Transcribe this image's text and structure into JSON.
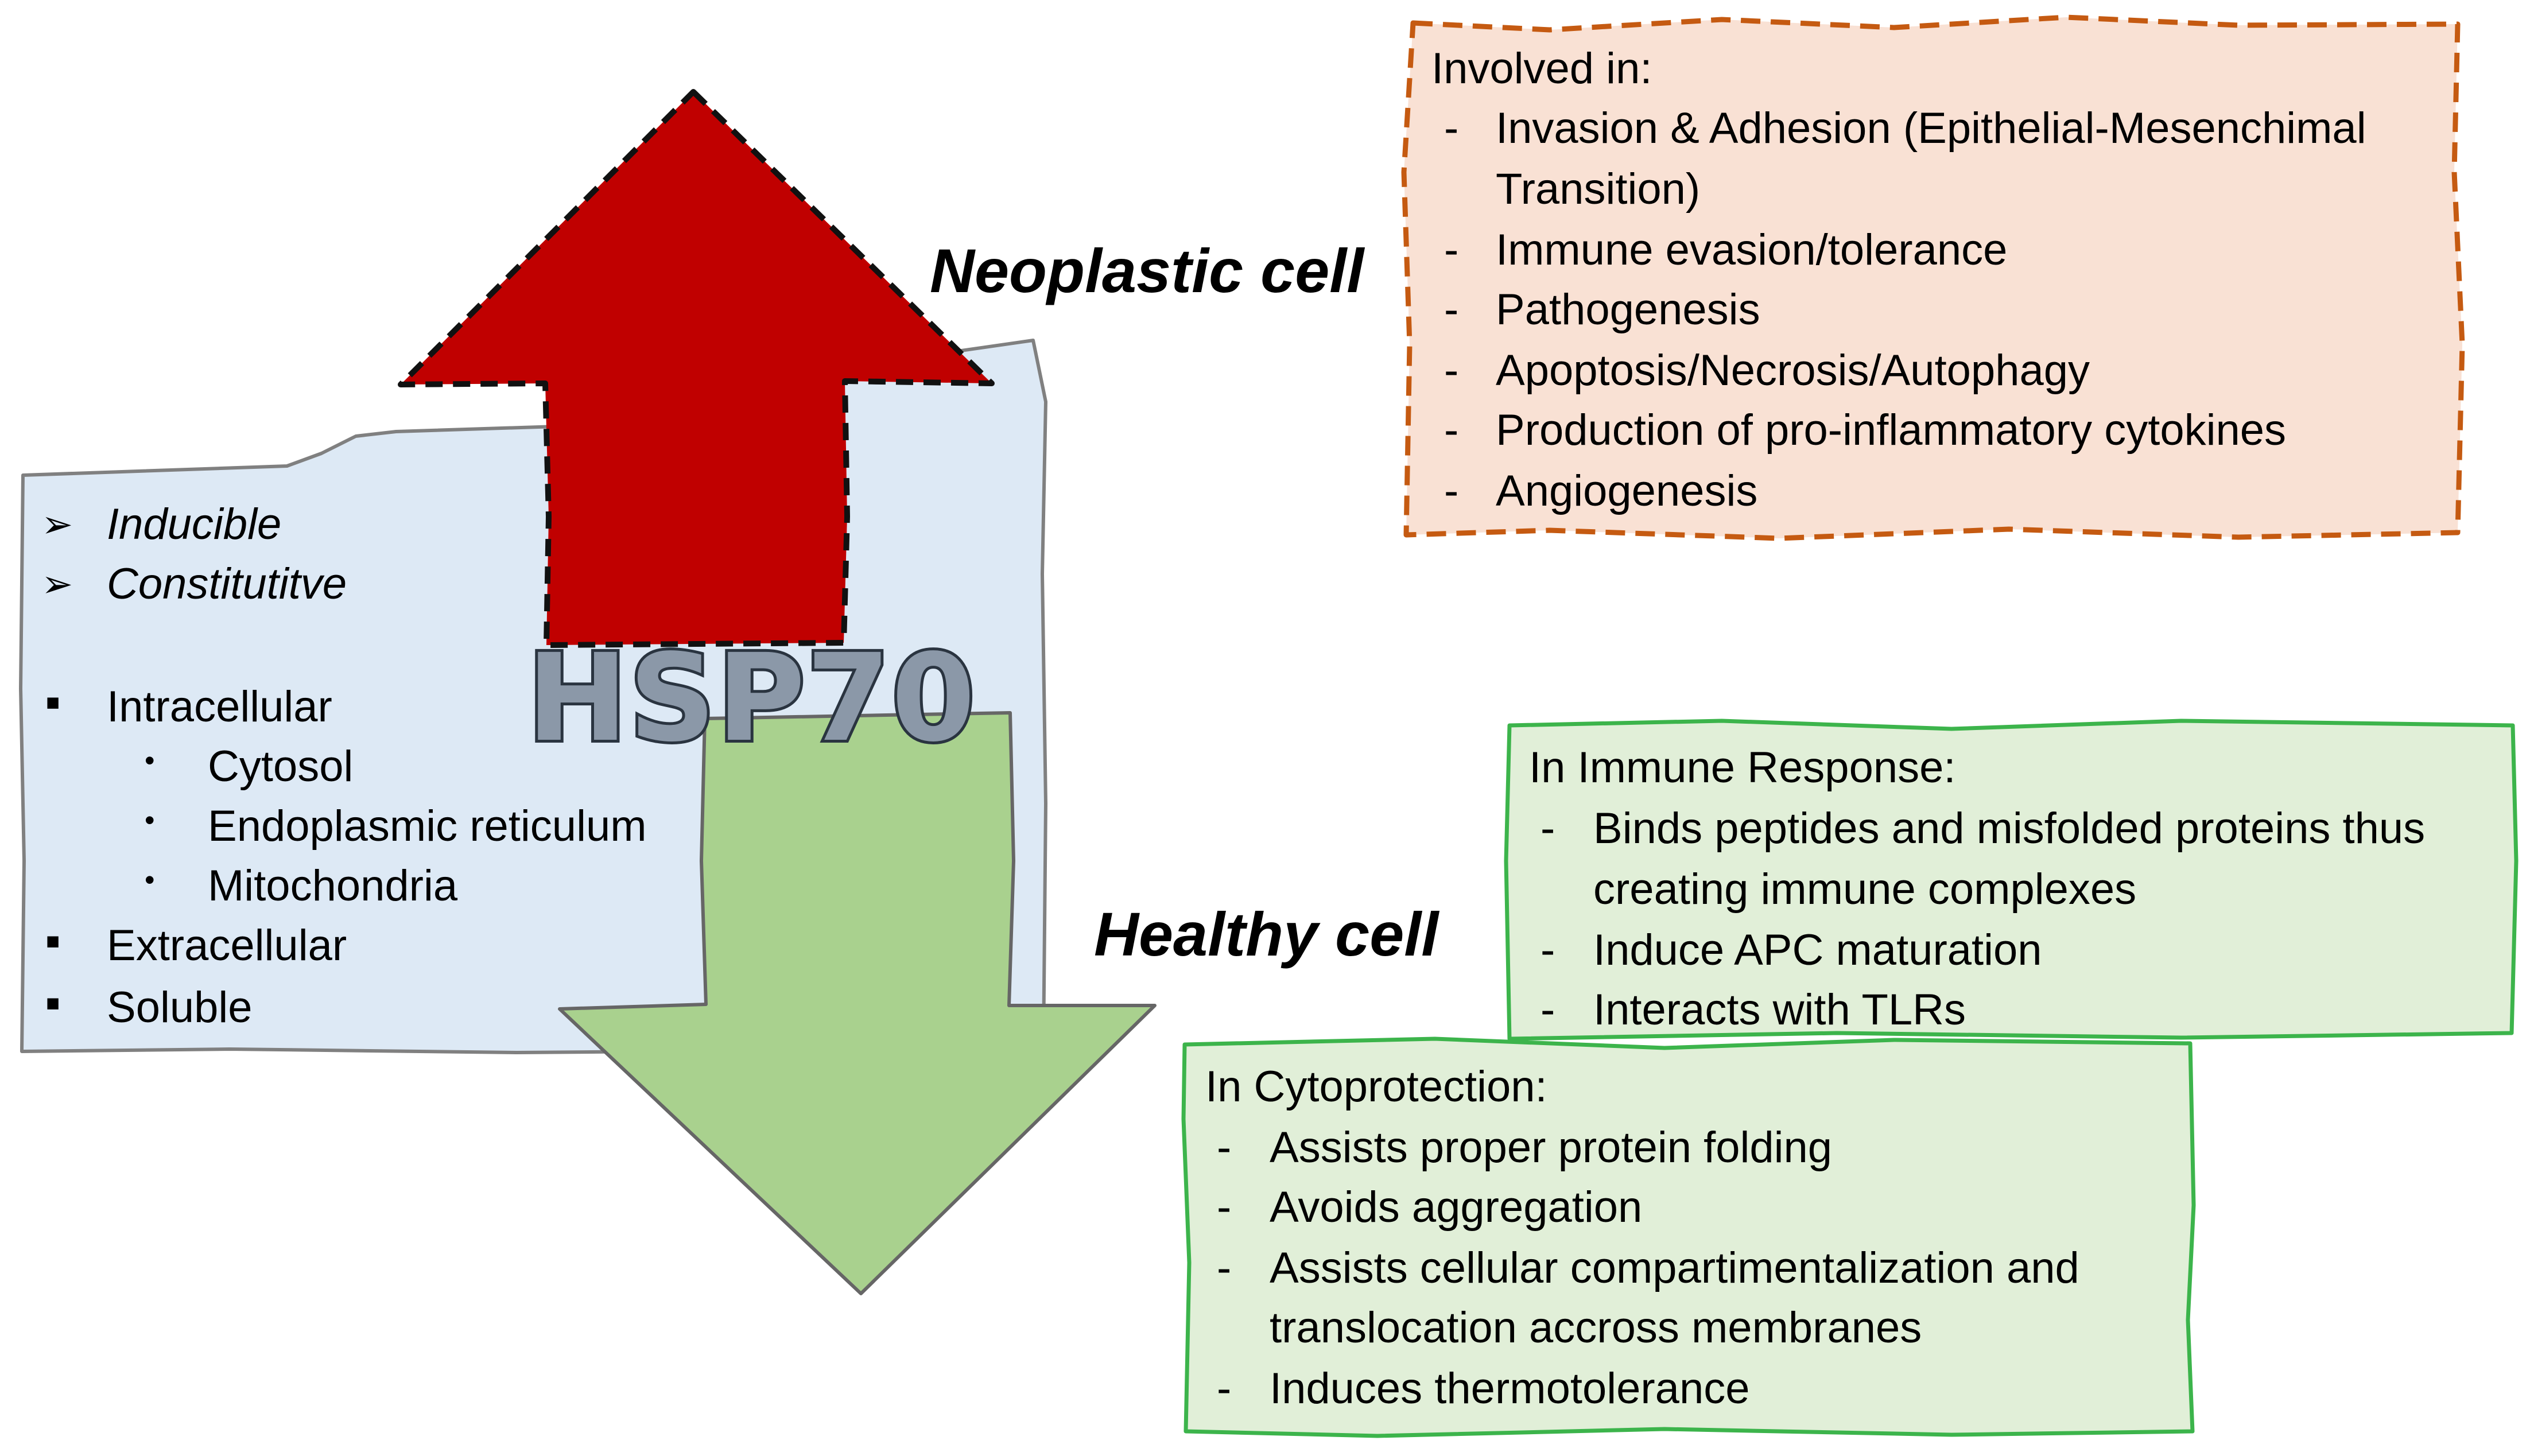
{
  "center": {
    "label": "HSP70"
  },
  "headings": {
    "neoplastic": "Neoplastic cell",
    "healthy": "Healthy cell"
  },
  "left_box": {
    "types": [
      "Inducible",
      "Constitutitve"
    ],
    "locations": [
      "Intracellular",
      "Extracellular",
      "Soluble"
    ],
    "intracellular_sub": [
      "Cytosol",
      "Endoplasmic reticulum",
      "Mitochondria"
    ]
  },
  "neoplastic_box": {
    "title": "Involved in:",
    "items": [
      "Invasion & Adhesion (Epithelial-Mesenchimal",
      "Transition)",
      "Immune evasion/tolerance",
      "Pathogenesis",
      "Apoptosis/Necrosis/Autophagy",
      "Production of pro-inflammatory cytokines",
      "Angiogenesis"
    ]
  },
  "immune_box": {
    "title": "In Immune Response:",
    "items": [
      "Binds peptides and misfolded proteins thus",
      "creating immune complexes",
      "Induce APC maturation",
      "Interacts with TLRs"
    ]
  },
  "cyto_box": {
    "title": "In Cytoprotection:",
    "items": [
      "Assists proper protein folding",
      "Avoids aggregation",
      "Assists cellular compartimentalization and",
      "translocation accross membranes",
      "Induces thermotolerance"
    ]
  },
  "colors": {
    "up_arrow": "#c00000",
    "down_arrow": "#a9d18e",
    "left_box": "#dde9f5",
    "neoplastic_box": "#f9e1d4",
    "neoplastic_border": "#c55a11",
    "healthy_box": "#e1efd8",
    "healthy_border": "#3cb44b"
  }
}
